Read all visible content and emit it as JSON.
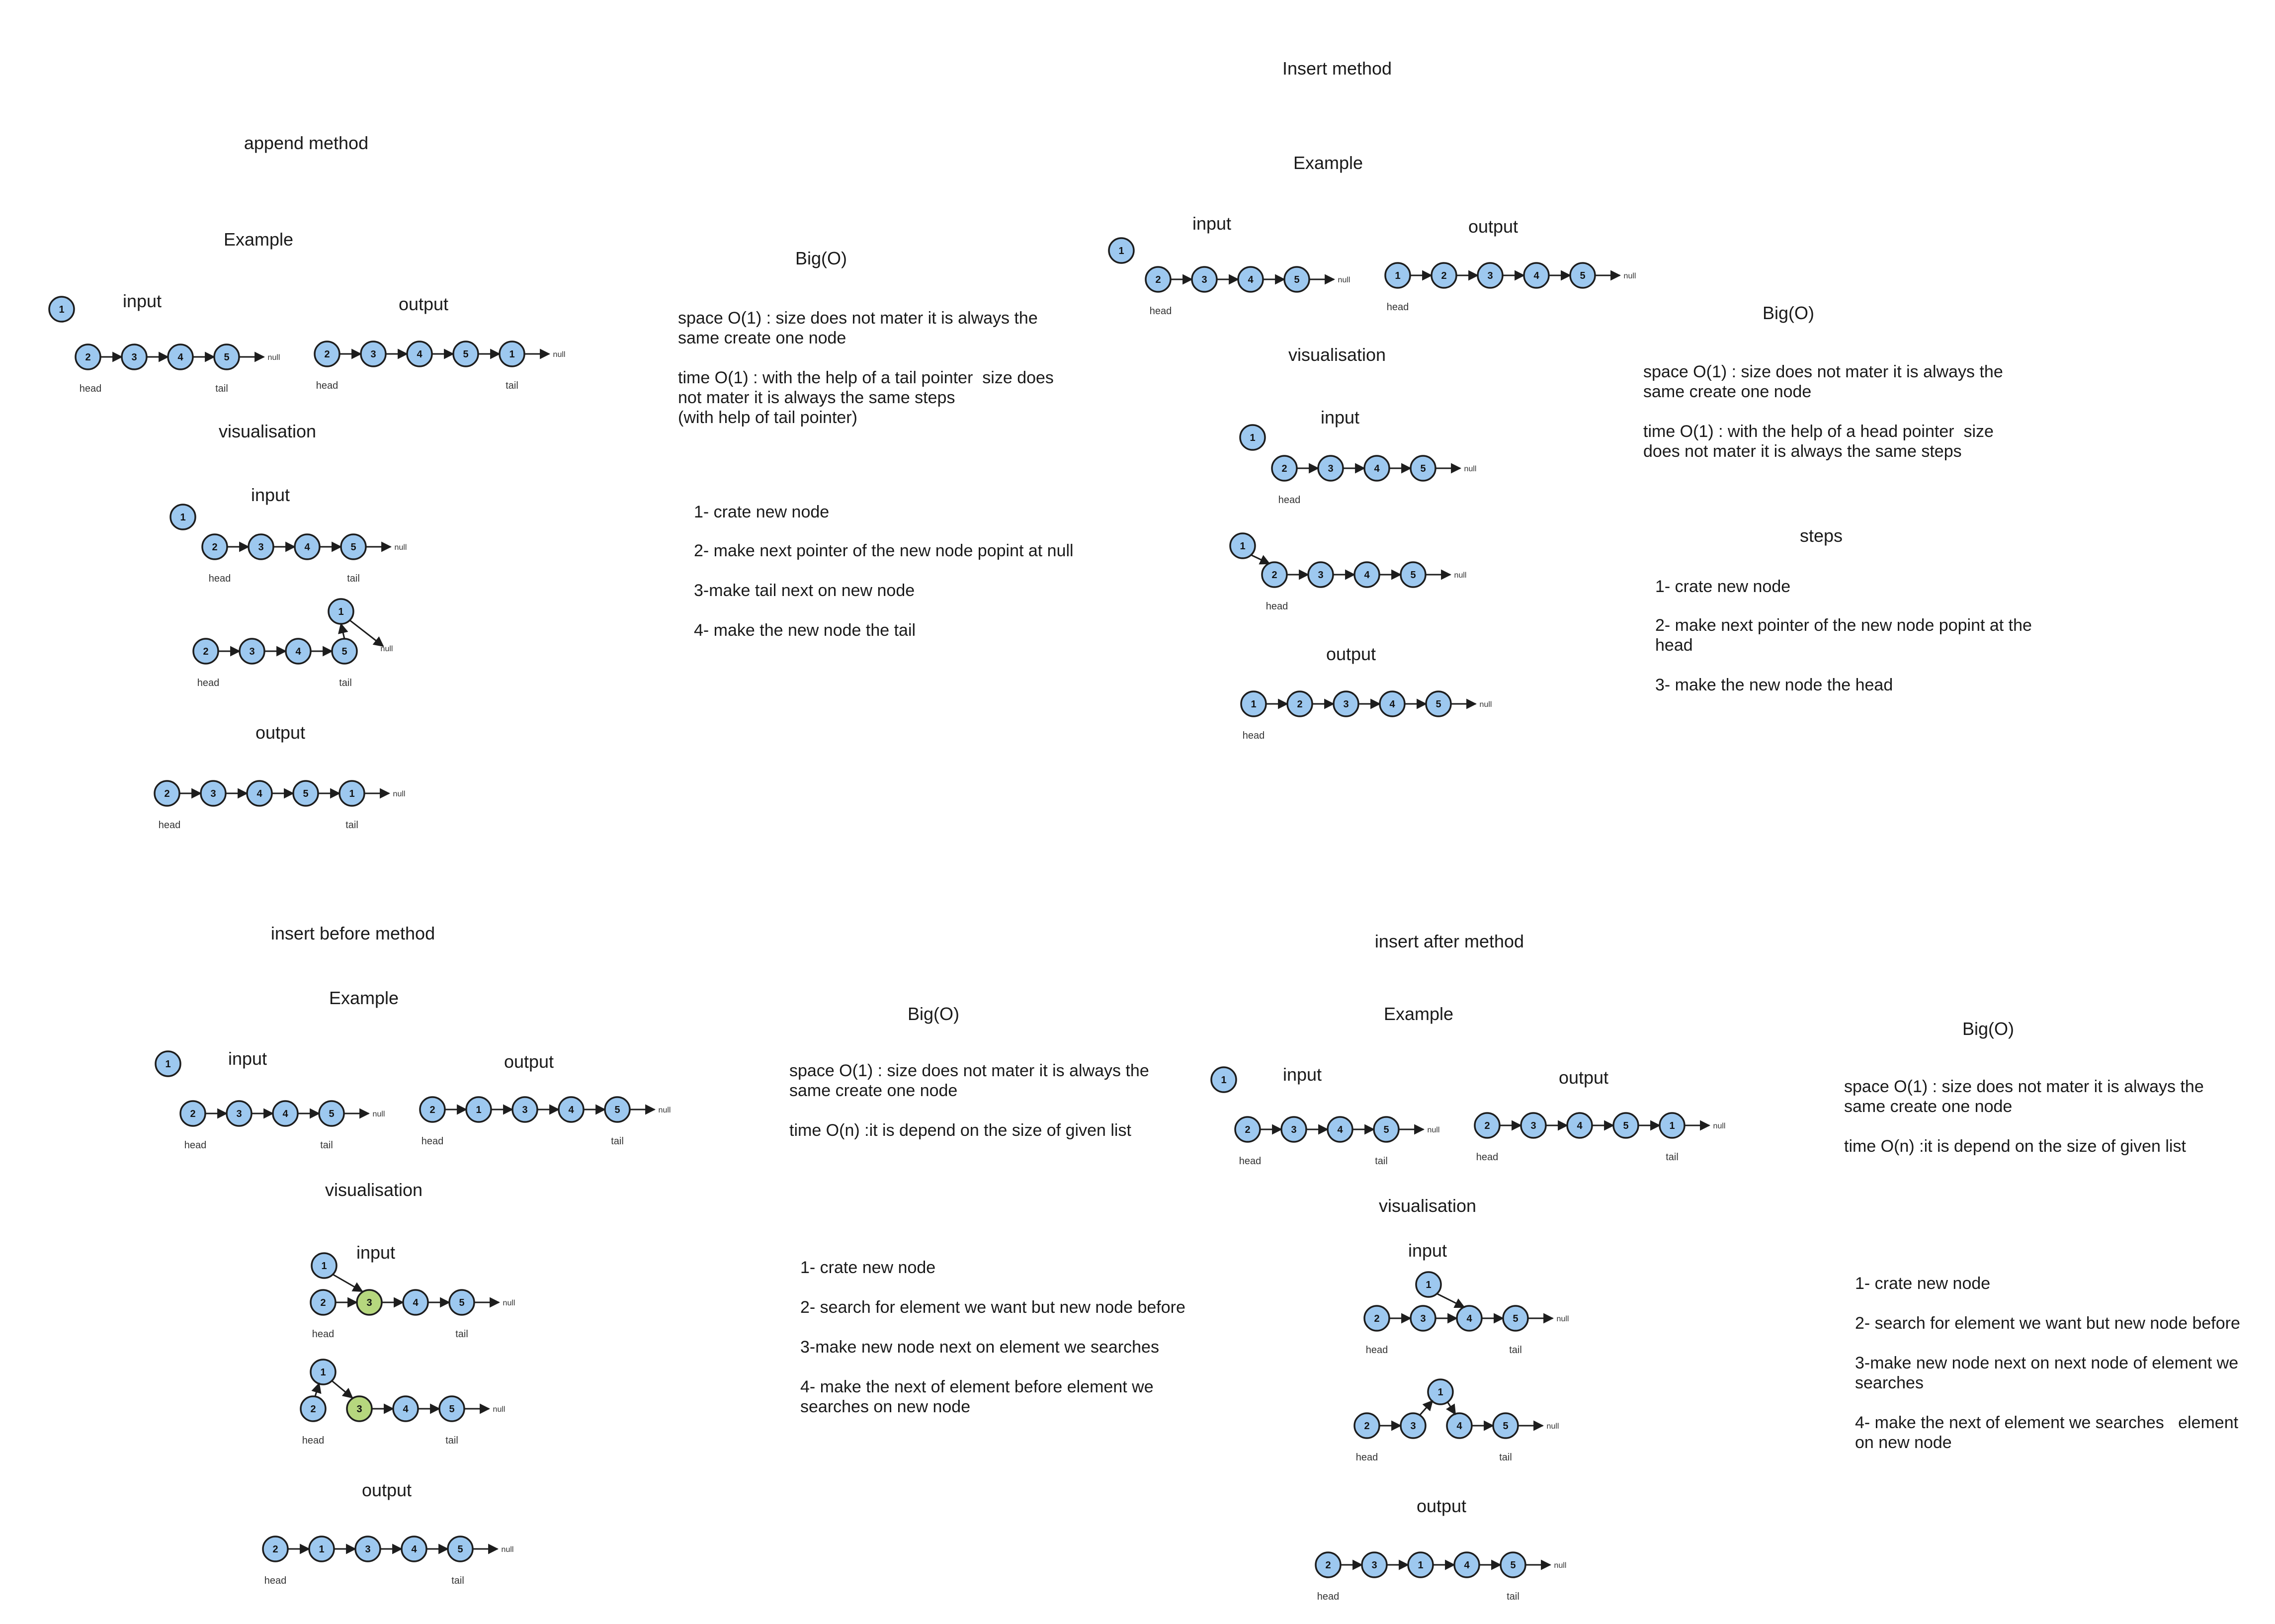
{
  "colors": {
    "node_fill": "#9dc8ef",
    "node_stroke": "#1d1d1d",
    "highlight_fill": "#b6d77e",
    "line": "#1d1d1d"
  },
  "common": {
    "null_label": "null",
    "head_label": "head",
    "tail_label": "tail"
  },
  "append": {
    "title": "append method",
    "example": "Example",
    "input": "input",
    "output": "output",
    "visualisation": "visualisation",
    "vis_input": "input",
    "vis_output": "output",
    "bigo": "Big(O)",
    "space": "space O(1) : size does not mater it is always the\nsame create one node",
    "time": "time O(1) : with the help of a tail pointer  size does\nnot mater it is always the same steps\n(with help of tail pointer)",
    "steps": [
      "1- crate new node",
      "2- make next pointer of the new node popint at null",
      "3-make tail next on new node",
      "4- make the new node the tail"
    ],
    "lists": {
      "ex_new": [
        "1"
      ],
      "ex_in": [
        "2",
        "3",
        "4",
        "5"
      ],
      "ex_out": [
        "2",
        "3",
        "4",
        "5",
        "1"
      ],
      "v_new": [
        "1"
      ],
      "v_in": [
        "2",
        "3",
        "4",
        "5"
      ],
      "v_mid": [
        "2",
        "3",
        "4",
        "5"
      ],
      "v_mid_new": [
        "1"
      ],
      "v_out": [
        "2",
        "3",
        "4",
        "5",
        "1"
      ]
    }
  },
  "insert": {
    "title": "Insert method",
    "example": "Example",
    "input": "input",
    "output": "output",
    "visualisation": "visualisation",
    "vis_input": "input",
    "vis_output": "output",
    "bigo": "Big(O)",
    "space": "space O(1) : size does not mater it is always the\nsame create one node",
    "time": "time O(1) : with the help of a head pointer  size\ndoes not mater it is always the same steps",
    "steps_title": "steps",
    "steps": [
      "1- crate new node",
      "2- make next pointer of the new node popint at the\nhead",
      "3- make the new node the head"
    ],
    "lists": {
      "ex_new": [
        "1"
      ],
      "ex_in": [
        "2",
        "3",
        "4",
        "5"
      ],
      "ex_out": [
        "1",
        "2",
        "3",
        "4",
        "5"
      ],
      "v_new": [
        "1"
      ],
      "v_in": [
        "2",
        "3",
        "4",
        "5"
      ],
      "v_mid_new": [
        "1"
      ],
      "v_mid": [
        "2",
        "3",
        "4",
        "5"
      ],
      "v_out": [
        "1",
        "2",
        "3",
        "4",
        "5"
      ]
    }
  },
  "before": {
    "title": "insert before method",
    "example": "Example",
    "input": "input",
    "output": "output",
    "visualisation": "visualisation",
    "vis_input": "input",
    "vis_output": "output",
    "bigo": "Big(O)",
    "space": "space O(1) : size does not mater it is always the\nsame create one node",
    "time": "time O(n) :it is depend on the size of given list",
    "steps": [
      "1- crate new node",
      "2- search for element we want but new node before",
      "3-make new node next on element we searches",
      "4- make the next of element before element we\nsearches on new node"
    ],
    "lists": {
      "ex_new": [
        "1"
      ],
      "ex_in": [
        "2",
        "3",
        "4",
        "5"
      ],
      "ex_out": [
        "2",
        "1",
        "3",
        "4",
        "5"
      ],
      "v_new": [
        "1"
      ],
      "v_in": [
        "2",
        "3",
        "4",
        "5"
      ],
      "v_mid_new": [
        "1"
      ],
      "v_mid": [
        "2",
        "3",
        "4",
        "5"
      ],
      "v_out": [
        "2",
        "1",
        "3",
        "4",
        "5"
      ]
    }
  },
  "after": {
    "title": "insert after method",
    "example": "Example",
    "input": "input",
    "output": "output",
    "visualisation": "visualisation",
    "vis_input": "input",
    "vis_output": "output",
    "bigo": "Big(O)",
    "space": "space O(1) : size does not mater it is always the\nsame create one node",
    "time": "time O(n) :it is depend on the size of given list",
    "steps": [
      "1- crate new node",
      "2- search for element we want but new node before",
      "3-make new node next on next node of element we\nsearches",
      "4- make the next of element we searches   element\non new node"
    ],
    "lists": {
      "ex_new": [
        "1"
      ],
      "ex_in": [
        "2",
        "3",
        "4",
        "5"
      ],
      "ex_out": [
        "2",
        "3",
        "4",
        "5",
        "1"
      ],
      "v_new": [
        "1"
      ],
      "v_in": [
        "2",
        "3",
        "4",
        "5"
      ],
      "v_mid_new": [
        "1"
      ],
      "v_mid": [
        "2",
        "3",
        "4",
        "5"
      ],
      "v_out": [
        "2",
        "3",
        "1",
        "4",
        "5"
      ]
    }
  }
}
